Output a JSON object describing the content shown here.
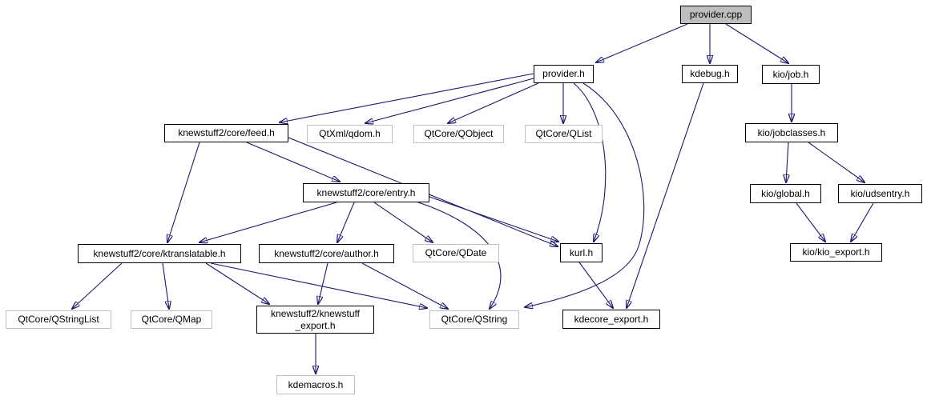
{
  "diagram": {
    "kind": "include-dependency-graph",
    "root_file": "provider.cpp",
    "colors": {
      "background": "#ffffff",
      "edge": "#191970",
      "internal_node_border": "#000000",
      "external_node_border": "#c0c0c0",
      "node_fill": "#ffffff",
      "source_node_fill": "#bebebe",
      "text": "#000000"
    },
    "nodes": {
      "provider_cpp": {
        "label": "provider.cpp",
        "kind": "source"
      },
      "provider_h": {
        "label": "provider.h",
        "kind": "internal"
      },
      "kdebug_h": {
        "label": "kdebug.h",
        "kind": "internal"
      },
      "kio_job_h": {
        "label": "kio/job.h",
        "kind": "internal"
      },
      "feed_h": {
        "label": "knewstuff2/core/feed.h",
        "kind": "internal"
      },
      "qdom": {
        "label": "QtXml/qdom.h",
        "kind": "external"
      },
      "qobject": {
        "label": "QtCore/QObject",
        "kind": "external"
      },
      "qlist": {
        "label": "QtCore/QList",
        "kind": "external"
      },
      "jobclasses": {
        "label": "kio/jobclasses.h",
        "kind": "internal"
      },
      "entry_h": {
        "label": "knewstuff2/core/entry.h",
        "kind": "internal"
      },
      "global_h": {
        "label": "kio/global.h",
        "kind": "internal"
      },
      "udsentry_h": {
        "label": "kio/udsentry.h",
        "kind": "internal"
      },
      "ktranslatable": {
        "label": "knewstuff2/core/ktranslatable.h",
        "kind": "internal"
      },
      "author_h": {
        "label": "knewstuff2/core/author.h",
        "kind": "internal"
      },
      "qdate": {
        "label": "QtCore/QDate",
        "kind": "external"
      },
      "kurl_h": {
        "label": "kurl.h",
        "kind": "internal"
      },
      "kio_export": {
        "label": "kio/kio_export.h",
        "kind": "internal"
      },
      "qstringlist": {
        "label": "QtCore/QStringList",
        "kind": "external"
      },
      "qmap": {
        "label": "QtCore/QMap",
        "kind": "external"
      },
      "knewstuff_export": {
        "label": "knewstuff2/knewstuff\n_export.h",
        "kind": "internal"
      },
      "qstring": {
        "label": "QtCore/QString",
        "kind": "external"
      },
      "kdecore_export": {
        "label": "kdecore_export.h",
        "kind": "internal"
      },
      "kdemacros": {
        "label": "kdemacros.h",
        "kind": "external"
      }
    },
    "edges": [
      {
        "from": "provider_cpp",
        "to": "provider_h"
      },
      {
        "from": "provider_cpp",
        "to": "kdebug_h"
      },
      {
        "from": "provider_cpp",
        "to": "kio_job_h"
      },
      {
        "from": "provider_h",
        "to": "feed_h"
      },
      {
        "from": "provider_h",
        "to": "qdom"
      },
      {
        "from": "provider_h",
        "to": "qobject"
      },
      {
        "from": "provider_h",
        "to": "qlist"
      },
      {
        "from": "provider_h",
        "to": "kurl_h"
      },
      {
        "from": "provider_h",
        "to": "qstring"
      },
      {
        "from": "kdebug_h",
        "to": "kdecore_export"
      },
      {
        "from": "kio_job_h",
        "to": "jobclasses"
      },
      {
        "from": "jobclasses",
        "to": "global_h"
      },
      {
        "from": "jobclasses",
        "to": "udsentry_h"
      },
      {
        "from": "global_h",
        "to": "kio_export"
      },
      {
        "from": "udsentry_h",
        "to": "kio_export"
      },
      {
        "from": "feed_h",
        "to": "ktranslatable"
      },
      {
        "from": "feed_h",
        "to": "entry_h"
      },
      {
        "from": "feed_h",
        "to": "kurl_h"
      },
      {
        "from": "entry_h",
        "to": "ktranslatable"
      },
      {
        "from": "entry_h",
        "to": "author_h"
      },
      {
        "from": "entry_h",
        "to": "qdate"
      },
      {
        "from": "entry_h",
        "to": "kurl_h"
      },
      {
        "from": "entry_h",
        "to": "qstring"
      },
      {
        "from": "ktranslatable",
        "to": "qstringlist"
      },
      {
        "from": "ktranslatable",
        "to": "qmap"
      },
      {
        "from": "ktranslatable",
        "to": "knewstuff_export"
      },
      {
        "from": "ktranslatable",
        "to": "qstring"
      },
      {
        "from": "author_h",
        "to": "knewstuff_export"
      },
      {
        "from": "author_h",
        "to": "qstring"
      },
      {
        "from": "kurl_h",
        "to": "kdecore_export"
      },
      {
        "from": "knewstuff_export",
        "to": "kdemacros"
      }
    ]
  }
}
